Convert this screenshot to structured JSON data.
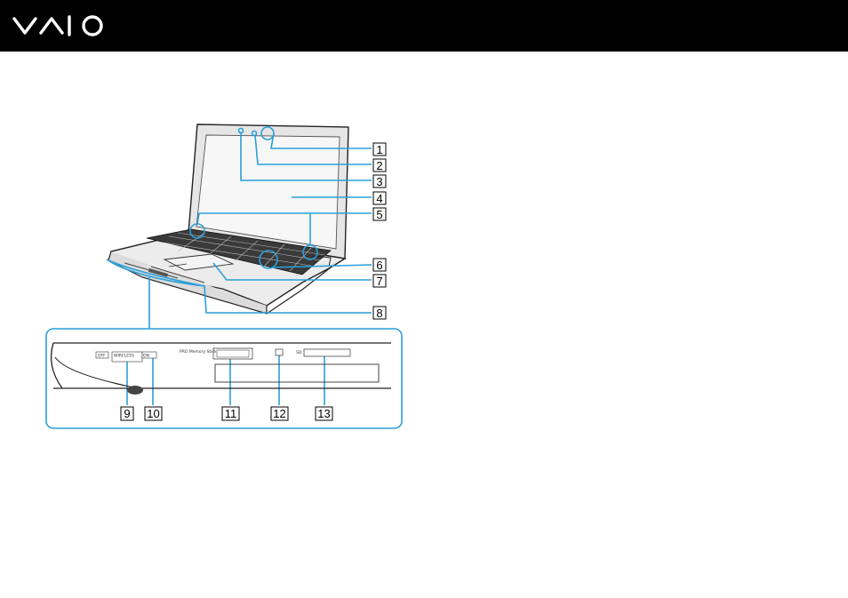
{
  "header": {
    "logo_text": "VAIO",
    "background": "#000000",
    "logo_color": "#ffffff"
  },
  "figure": {
    "callouts": [
      "1",
      "2",
      "3",
      "4",
      "5",
      "6",
      "7",
      "8",
      "9",
      "10",
      "11",
      "12",
      "13"
    ],
    "side_panel_labels": {
      "off": "OFF",
      "wireless": "WIRELESS",
      "on": "ON",
      "memory_stick": "PRO Memory Stick",
      "sd": "SD"
    },
    "accent_color": "#2b9fd8"
  }
}
